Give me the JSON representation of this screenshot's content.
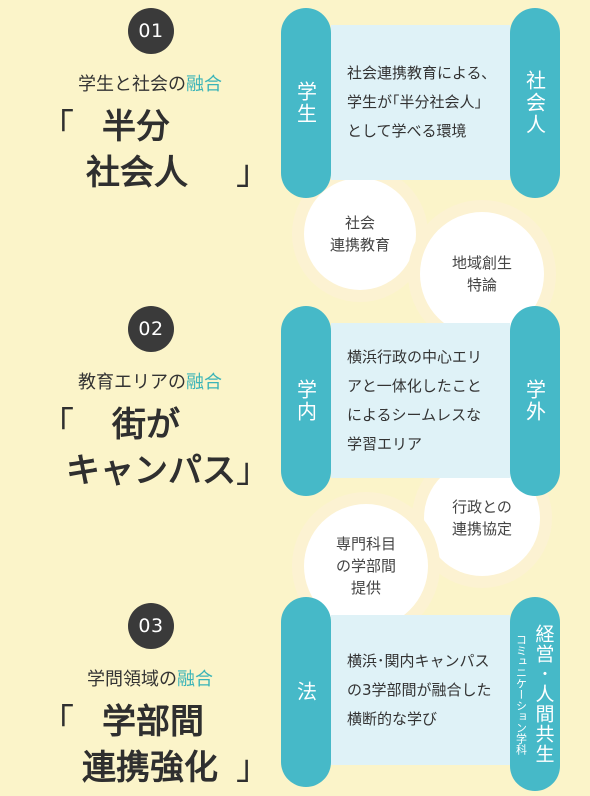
{
  "sections": [
    {
      "number": "01",
      "subtitle_pre": "学生と社会の",
      "subtitle_accent": "融合",
      "quote_open": "「",
      "quote_close": "」",
      "headline": [
        "半分",
        "社会人"
      ],
      "left_pill": "学生",
      "right_pill": "社会人",
      "description": "社会連携教育による､学生が｢半分社会人｣として学べる環境",
      "circles": [
        {
          "lines": [
            "社会",
            "連携教育"
          ]
        },
        {
          "lines": [
            "地域創生",
            "特論"
          ]
        }
      ]
    },
    {
      "number": "02",
      "subtitle_pre": "教育エリアの",
      "subtitle_accent": "融合",
      "quote_open": "「",
      "quote_close": "」",
      "headline": [
        "街が",
        "キャンパス"
      ],
      "left_pill": "学内",
      "right_pill": "学外",
      "description": "横浜行政の中心エリアと一体化したことによるシームレスな学習エリア",
      "circles": [
        {
          "lines": [
            "行政との",
            "連携協定"
          ]
        },
        {
          "lines": [
            "専門科目",
            "の学部間",
            "提供"
          ]
        }
      ]
    },
    {
      "number": "03",
      "subtitle_pre": "学問領域の",
      "subtitle_accent": "融合",
      "quote_open": "「",
      "quote_close": "」",
      "headline": [
        "学部間",
        "連携強化"
      ],
      "left_pill": "法",
      "right_pill": "経営･人間共生",
      "right_pill_sub": "コミュニケーション学科",
      "description": "横浜･関内キャンパスの3学部間が融合した横断的な学び"
    }
  ],
  "colors": {
    "background": "#fbf4c9",
    "accent": "#3bb4b8",
    "pill": "#46b9c8",
    "description_bg": "#dff2f7",
    "badge": "#3a3a3a"
  }
}
